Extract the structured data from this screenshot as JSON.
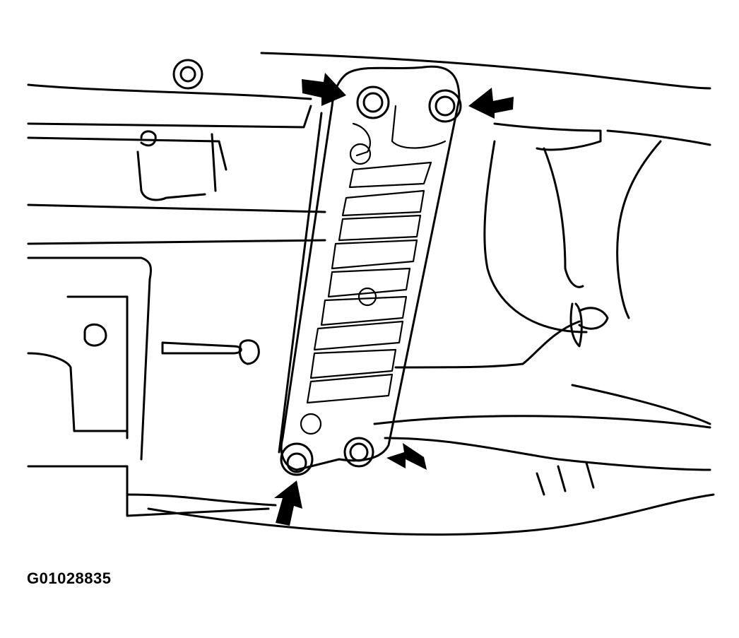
{
  "figure": {
    "id_label": "G01028835",
    "subject": "Bracket mounting bolts",
    "callout_arrows": [
      {
        "name": "arrow-top-left-bolt",
        "points_to": "upper left bolt"
      },
      {
        "name": "arrow-top-right-bolt",
        "points_to": "upper right bolt"
      },
      {
        "name": "arrow-bottom-left-bolt",
        "points_to": "lower left bolt"
      },
      {
        "name": "arrow-bottom-right-bolt",
        "points_to": "lower right bolt"
      }
    ],
    "bolt_count": 4,
    "colors": {
      "line": "#000000",
      "background": "#ffffff"
    }
  }
}
